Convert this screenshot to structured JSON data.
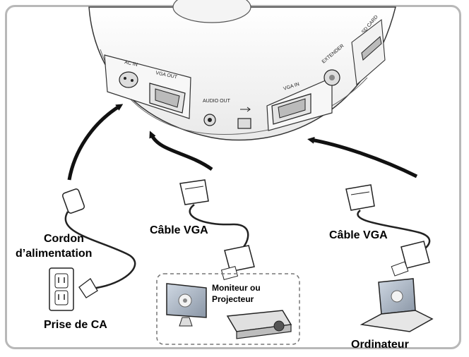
{
  "ports": {
    "ac_in": "AC IN",
    "vga_out": "VGA OUT",
    "audio_out": "AUDIO OUT",
    "vga_in": "VGA IN",
    "extender": "EXTENDER",
    "sd_card": "SD CARD"
  },
  "labels": {
    "power_cord_line1": "Cordon",
    "power_cord_line2": "d’alimentation",
    "ac_outlet": "Prise de CA",
    "vga_cable_left": "Câble VGA",
    "vga_cable_right": "Câble VGA",
    "monitor_line1": "Moniteur ou",
    "monitor_line2": "Projecteur",
    "computer": "Ordinateur"
  },
  "colors": {
    "frame_border": "#b8b8b8",
    "arrow": "#111111",
    "device_body": "#ffffff",
    "outline": "#333333"
  }
}
